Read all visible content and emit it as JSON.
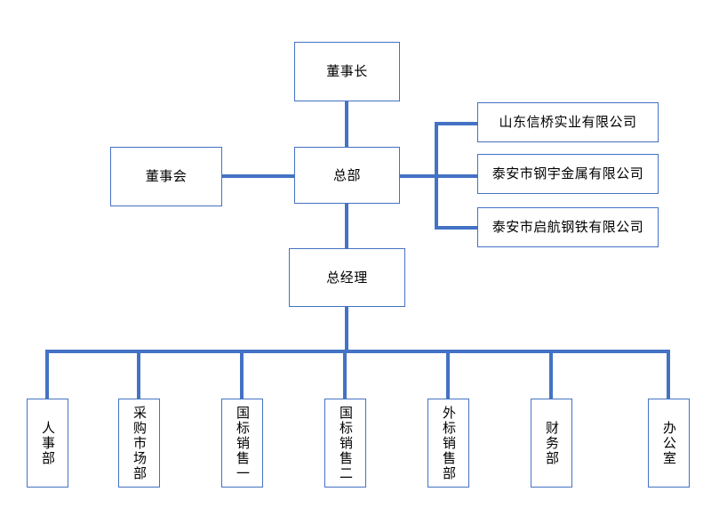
{
  "chart": {
    "type": "org-chart",
    "title": "",
    "colors": {
      "connector": "#4472C4",
      "box_border": "#4472C4",
      "box_fill": "#FFFFFF",
      "text": "#000000",
      "background": "#FFFFFF"
    }
  },
  "nodes": {
    "chairman": {
      "label": "董事长",
      "orientation": "horizontal"
    },
    "board": {
      "label": "董事会",
      "orientation": "horizontal"
    },
    "headquarters": {
      "label": "总部",
      "orientation": "horizontal"
    },
    "general_manager": {
      "label": "总经理",
      "orientation": "horizontal"
    }
  },
  "subsidiaries": [
    {
      "label": "山东信桥实业有限公司"
    },
    {
      "label": "泰安市钢宇金属有限公司"
    },
    {
      "label": "泰安市启航钢铁有限公司"
    }
  ],
  "departments": [
    {
      "label": "人事部"
    },
    {
      "label": "采购市场部"
    },
    {
      "label": "国标销售一"
    },
    {
      "label": "国标销售二"
    },
    {
      "label": "外标销售部"
    },
    {
      "label": "财务部"
    },
    {
      "label": "办公室"
    }
  ]
}
